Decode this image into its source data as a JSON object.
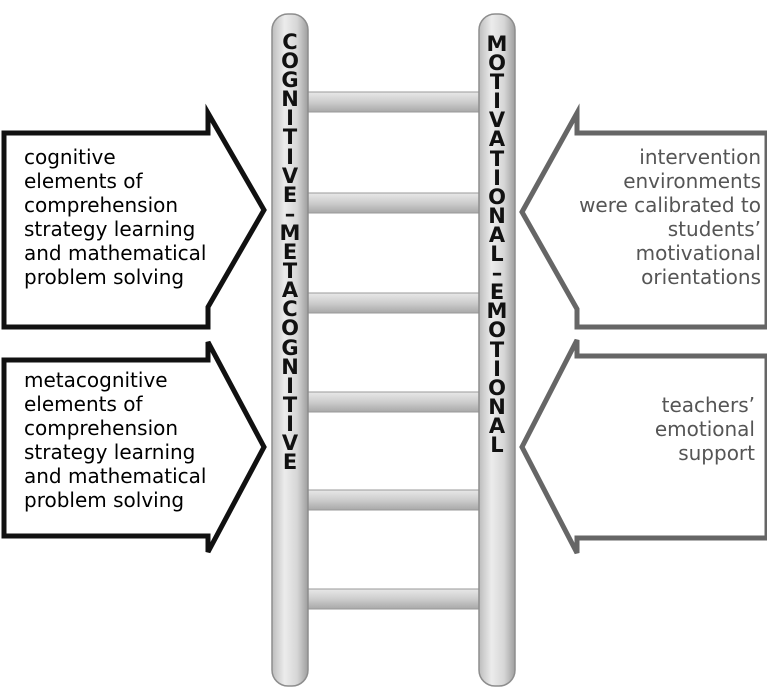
{
  "left_rail_letters": [
    "C",
    "O",
    "G",
    "N",
    "I",
    "T",
    "I",
    "V",
    "E",
    "–",
    "M",
    "E",
    "T",
    "A",
    "C",
    "O",
    "G",
    "N",
    "I",
    "T",
    "I",
    "V",
    "E"
  ],
  "right_rail_letters": [
    "M",
    "O",
    "T",
    "I",
    "V",
    "A",
    "T",
    "I",
    "O",
    "N",
    "A",
    "L",
    "–",
    "E",
    "M",
    "O",
    "T",
    "I",
    "O",
    "N",
    "A",
    "L"
  ],
  "left_boxes": {
    "top": [
      "cognitive",
      "elements of",
      "comprehension",
      "strategy learning",
      "and mathematical",
      "problem solving"
    ],
    "bottom": [
      "metacognitive",
      "elements of",
      "comprehension",
      "strategy learning",
      "and mathematical",
      "problem solving"
    ]
  },
  "right_boxes": {
    "top": [
      "intervention",
      "environments",
      "were calibrated to",
      "students’",
      "motivational",
      "orientations"
    ],
    "bottom": [
      "teachers’",
      "emotional",
      "support"
    ]
  },
  "colors": {
    "left_arrow_border": "#111111",
    "right_arrow_border": "#666666",
    "rail_fill": "#d9d9d9",
    "rung_fill": "#cfcfcf"
  }
}
